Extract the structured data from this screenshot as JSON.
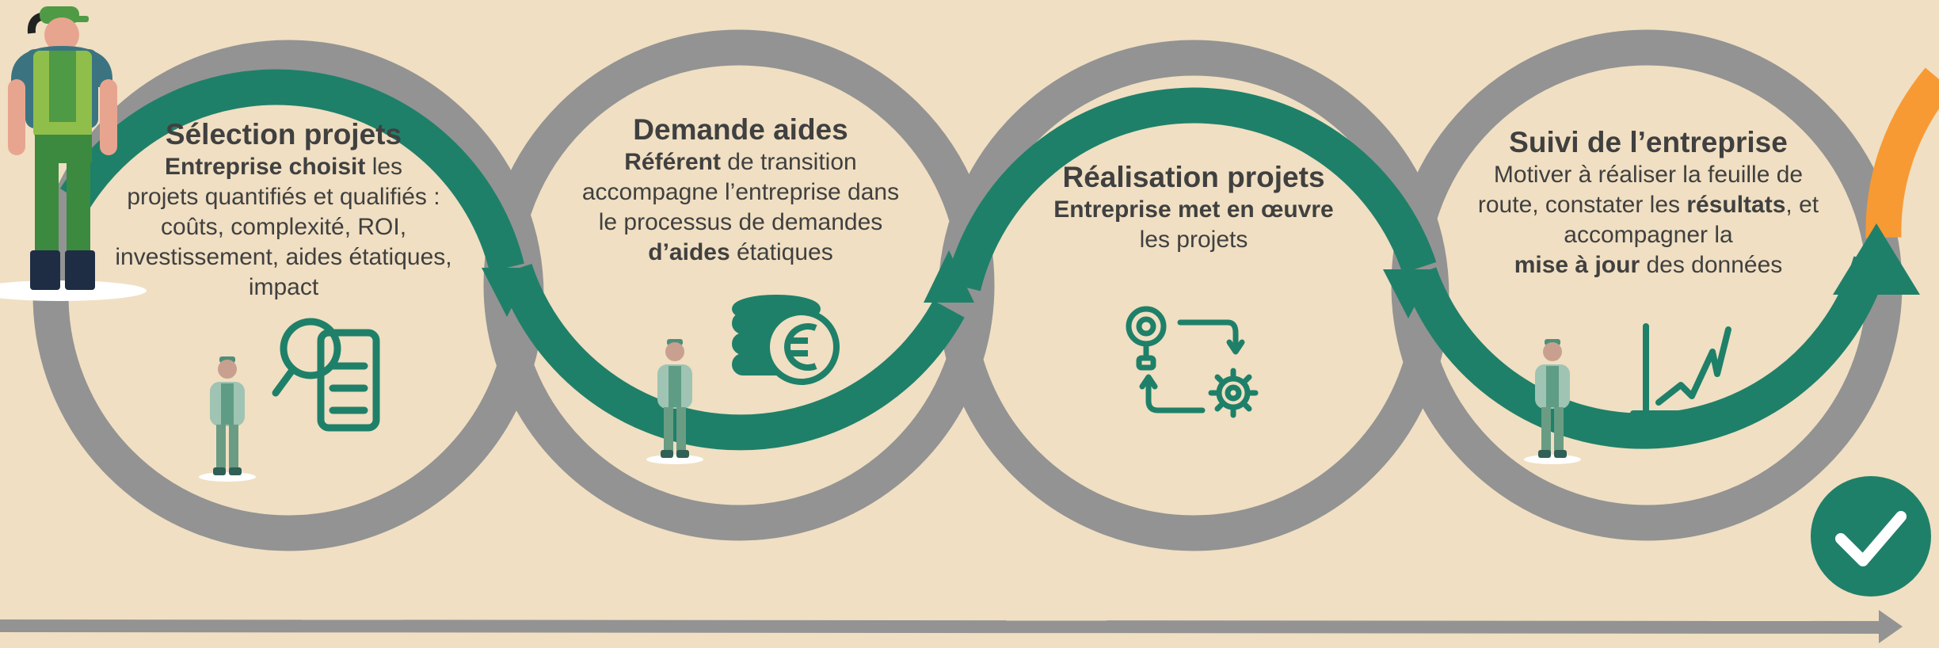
{
  "colors": {
    "background": "#f0dfc2",
    "green": "#1f8069",
    "grey": "#939393",
    "orange": "#f79a34",
    "text": "#404040",
    "icon_green": "#1f8069",
    "mini_figure": "#7fa897"
  },
  "steps": [
    {
      "title": "Sélection projets",
      "lines": [
        [
          {
            "t": "Entreprise choisit",
            "b": true
          },
          {
            "t": " les",
            "b": false
          }
        ],
        [
          {
            "t": "projets quantifiés et qualifiés :",
            "b": false
          }
        ],
        [
          {
            "t": "coûts, complexité, ROI,",
            "b": false
          }
        ],
        [
          {
            "t": "investissement, aides étatiques,",
            "b": false
          }
        ],
        [
          {
            "t": "impact",
            "b": false
          }
        ]
      ],
      "icon": "magnifier-document-icon"
    },
    {
      "title": "Demande aides",
      "lines": [
        [
          {
            "t": "Référent",
            "b": true
          },
          {
            "t": " de transition",
            "b": false
          }
        ],
        [
          {
            "t": "accompagne l’entreprise dans",
            "b": false
          }
        ],
        [
          {
            "t": "le processus de demandes",
            "b": false
          }
        ],
        [
          {
            "t": "d’aides",
            "b": true
          },
          {
            "t": " étatiques",
            "b": false
          }
        ]
      ],
      "icon": "euro-coins-icon"
    },
    {
      "title": "Réalisation projets",
      "lines": [
        [
          {
            "t": "Entreprise met en œuvre",
            "b": true
          }
        ],
        [
          {
            "t": "les projets",
            "b": false
          }
        ]
      ],
      "icon": "idea-to-gear-icon"
    },
    {
      "title": "Suivi de l’entreprise",
      "lines": [
        [
          {
            "t": "Motiver à réaliser la feuille de",
            "b": false
          }
        ],
        [
          {
            "t": "route, constater les ",
            "b": false
          },
          {
            "t": "résultats",
            "b": true
          },
          {
            "t": ", et",
            "b": false
          }
        ],
        [
          {
            "t": "accompagner la",
            "b": false
          }
        ],
        [
          {
            "t": "mise à jour",
            "b": true
          },
          {
            "t": " des données",
            "b": false
          }
        ]
      ],
      "icon": "growth-chart-icon"
    }
  ],
  "end_icon": "checkmark-icon",
  "timeline_icon": "timeline-arrow-icon",
  "character_icon": "worker-character-icon"
}
